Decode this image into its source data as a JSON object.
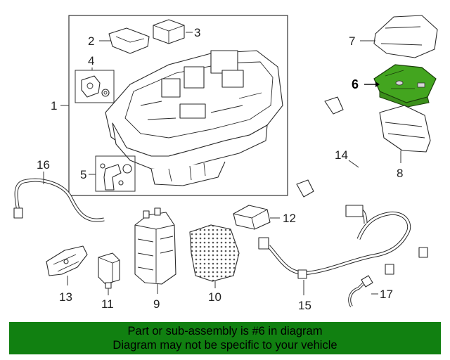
{
  "callouts": {
    "c1": "1",
    "c2": "2",
    "c3": "3",
    "c4": "4",
    "c5": "5",
    "c6": "6",
    "c7": "7",
    "c8": "8",
    "c9": "9",
    "c10": "10",
    "c11": "11",
    "c12": "12",
    "c13": "13",
    "c14": "14",
    "c15": "15",
    "c16": "16",
    "c17": "17"
  },
  "highlighted_part": "6",
  "colors": {
    "highlight": "#43a51f",
    "banner": "#118011"
  },
  "banner": {
    "line1": "Part or sub-assembly is #6 in diagram",
    "line2": "Diagram may not be specific to your vehicle"
  }
}
